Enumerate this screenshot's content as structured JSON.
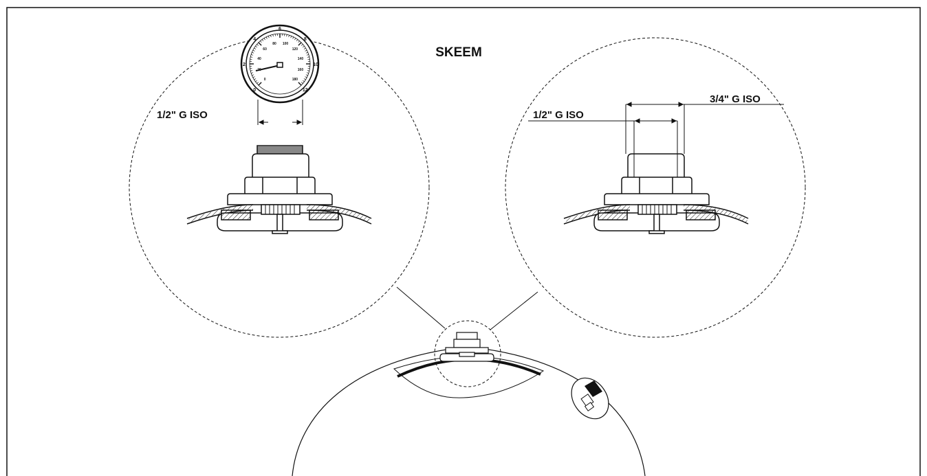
{
  "diagram": {
    "title": "SKEEM",
    "left_detail": {
      "thread_label": "1/2\" G ISO",
      "gauge": {
        "outer_scale": [
          "0",
          "2",
          "4",
          "6",
          "8",
          "10",
          "12"
        ],
        "inner_scale": [
          "0",
          "20",
          "40",
          "60",
          "80",
          "100",
          "120",
          "140",
          "160",
          "180"
        ]
      }
    },
    "right_detail": {
      "inner_thread_label": "1/2\" G ISO",
      "outer_thread_label": "3/4\" G ISO"
    },
    "colors": {
      "line": "#111111",
      "background": "#ffffff"
    }
  }
}
